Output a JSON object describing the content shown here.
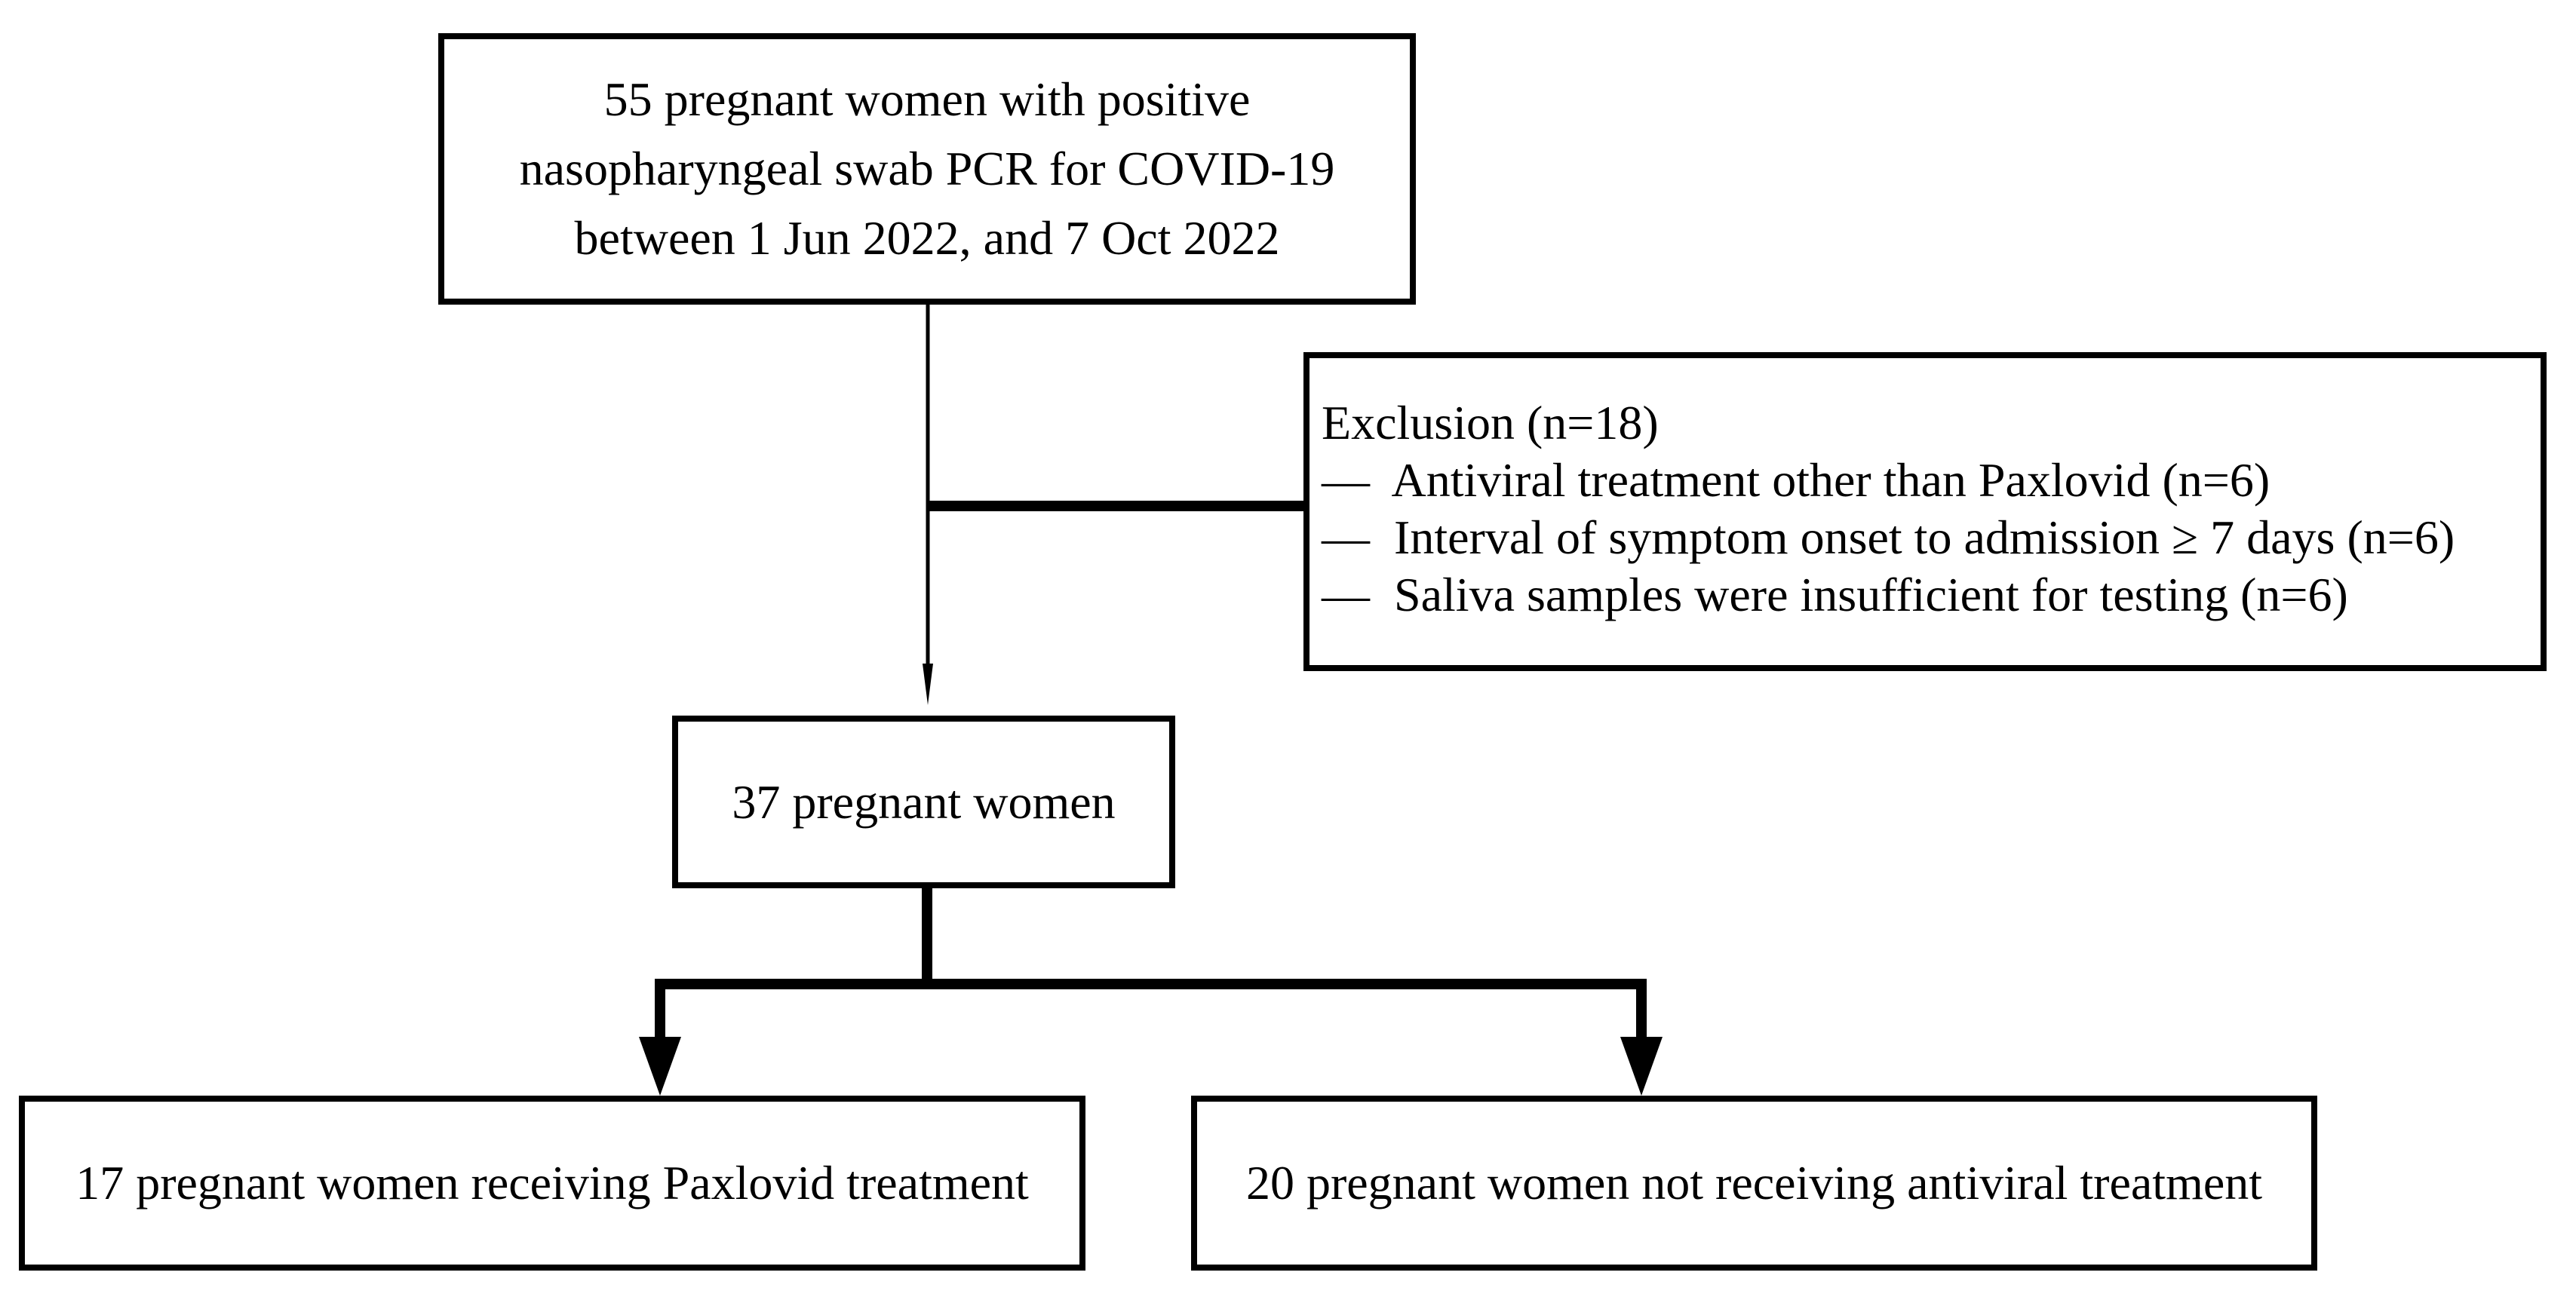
{
  "flowchart": {
    "top_box": {
      "lines": [
        "55 pregnant women with positive",
        "nasopharyngeal swab PCR for COVID-19",
        "between 1 Jun 2022, and 7 Oct 2022"
      ]
    },
    "exclusion_box": {
      "title": "Exclusion (n=18)",
      "bullet": "—",
      "items": [
        "Antiviral treatment other than Paxlovid (n=6)",
        "Interval of symptom onset to admission ≥ 7 days (n=6)",
        "Saliva samples were insufficient for testing (n=6)"
      ]
    },
    "middle_box": {
      "label": "37 pregnant women"
    },
    "left_box": {
      "label": "17 pregnant women receiving Paxlovid treatment"
    },
    "right_box": {
      "label": "20 pregnant women not receiving antiviral treatment"
    }
  },
  "colors": {
    "line": "#000000",
    "box_border": "#000000",
    "background": "#ffffff"
  }
}
